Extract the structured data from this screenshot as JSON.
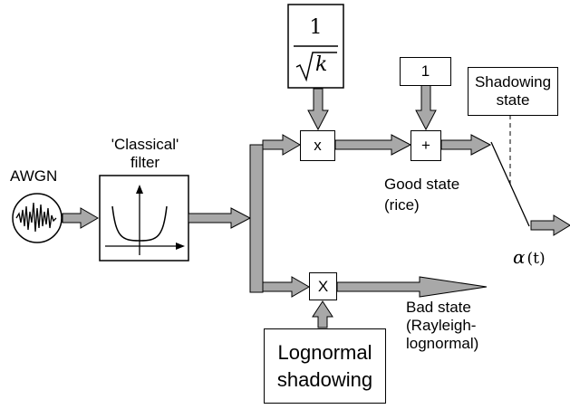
{
  "labels": {
    "awgn": "AWGN",
    "classical_filter_line1": "'Classical'",
    "classical_filter_line2": "filter",
    "sqrt_k_numerator": "1",
    "sqrt_k_radicand": "k",
    "multiply_top": "x",
    "multiply_bottom": "X",
    "one_block": "1",
    "plus": "+",
    "shadowing_state_line1": "Shadowing",
    "shadowing_state_line2": "state",
    "good_state_line1": "Good state",
    "good_state_line2": "(rice)",
    "alpha_symbol": "α",
    "alpha_arg": "(t)",
    "bad_state_line1": "Bad state",
    "bad_state_line2": "(Rayleigh-",
    "bad_state_line3": "lognormal)",
    "lognormal_line1": "Lognormal",
    "lognormal_line2": "shadowing"
  },
  "colors": {
    "arrow_fill": "#a8a8a8",
    "stroke": "#000000"
  }
}
